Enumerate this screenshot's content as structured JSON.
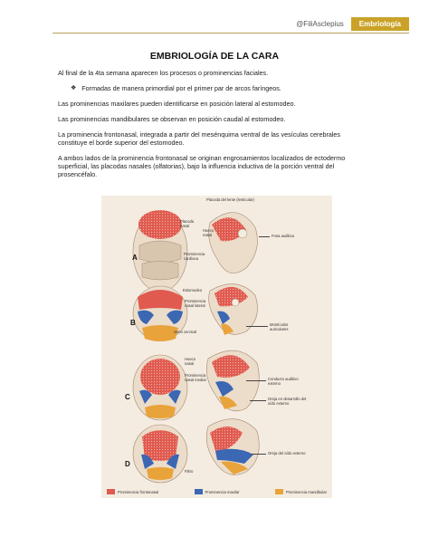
{
  "header": {
    "handle": "@FiliAsclepius",
    "tag": "Embriología"
  },
  "title": "EMBRIOLOGÍA DE LA CARA",
  "paragraphs": {
    "p1": "Al final de la 4ta semana aparecen los procesos o prominencias faciales.",
    "bullet": "Formadas de manera primordial por el primer par de arcos faríngeos.",
    "p2": "Las prominencias maxilares pueden identificarse en posición lateral al estomodeo.",
    "p3": "Las prominencias mandibulares se observan en posición caudal al estomodeo.",
    "p4": "La prominencia frontonasal, integrada a partir del mesénquima ventral de las vesículas cerebrales constituye el borde superior del estomodeo.",
    "p5": "A ambos lados de la prominencia frontonasal se originan engrosamientos localizados de ectodermo superficial, las placodas nasales (olfatorias), bajo la influencia inductiva de la porción ventral del prosencéfalo."
  },
  "figure": {
    "panels": {
      "a": "A",
      "b": "B",
      "c": "C",
      "d": "D"
    },
    "labels": {
      "placoda_lente": "Placoda del lente (lenticular)",
      "placoda_nasal": "Placoda nasal",
      "hueco_nasal_a": "Hueco nasal",
      "fosa_auditiva": "Fosa auditiva",
      "prom_cardiaca": "Prominencia cardíaca",
      "estomodeo": "Estomodeo",
      "prom_nasal_lateral": "Prominencia nasal lateral",
      "seno_cervical": "Seno cervical",
      "monticulos": "Montículos auriculares",
      "hueco_nasal_c": "Hueco nasal",
      "prom_nasal_medial": "Prominencia nasal medial",
      "conducto_auditivo": "Conducto auditivo externo",
      "oreja_desarrollo": "Oreja en desarrollo del oído externo",
      "oreja_externo": "Oreja del oído externo",
      "filtro": "Filtro"
    },
    "legend": {
      "frontonasal": "Prominencia frontonasal",
      "maxilar": "Prominencia maxilar",
      "mandibular": "Prominencia mandibular"
    },
    "colors": {
      "frontonasal": "#e05a4f",
      "maxilar": "#3b67b3",
      "mandibular": "#e8a33a",
      "skin": "#ecdcca"
    }
  }
}
